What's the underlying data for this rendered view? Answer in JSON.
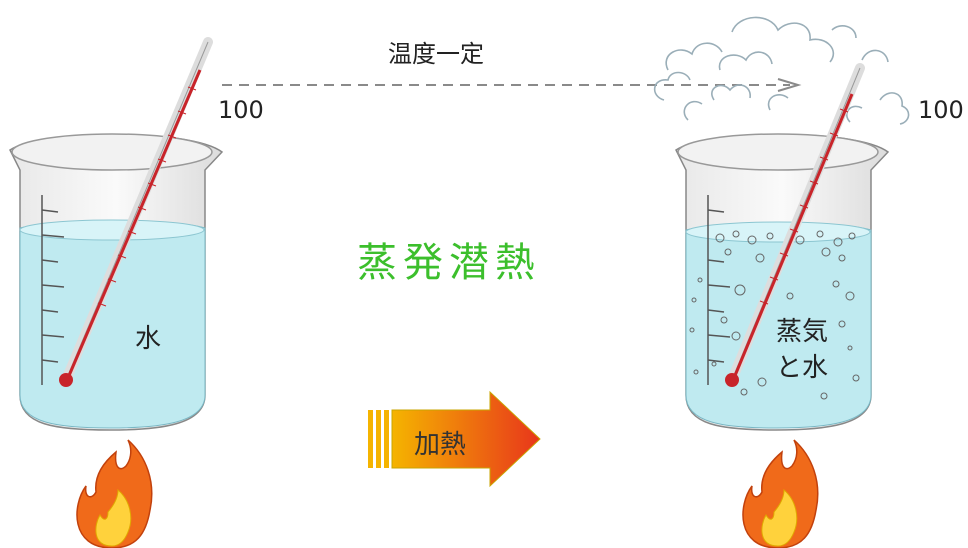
{
  "labels": {
    "constant_temp": "温度一定",
    "temp_left": "100",
    "temp_right": "100",
    "latent_heat": "蒸発潜熱",
    "water": "水",
    "steam_line1": "蒸気",
    "steam_line2": "と水",
    "heating": "加熱"
  },
  "colors": {
    "latent_heat_text": "#3cbf2c",
    "water": "#bfeaf0",
    "thermometer_liquid": "#c8242a",
    "arrow_gradient_start": "#f5b400",
    "arrow_gradient_end": "#e8361b",
    "flame_outer": "#f06a1a",
    "flame_inner": "#ffd23c"
  },
  "icons": [
    "beaker-icon",
    "thermometer-icon",
    "flame-icon",
    "steam-cloud-icon",
    "heat-arrow-icon"
  ]
}
